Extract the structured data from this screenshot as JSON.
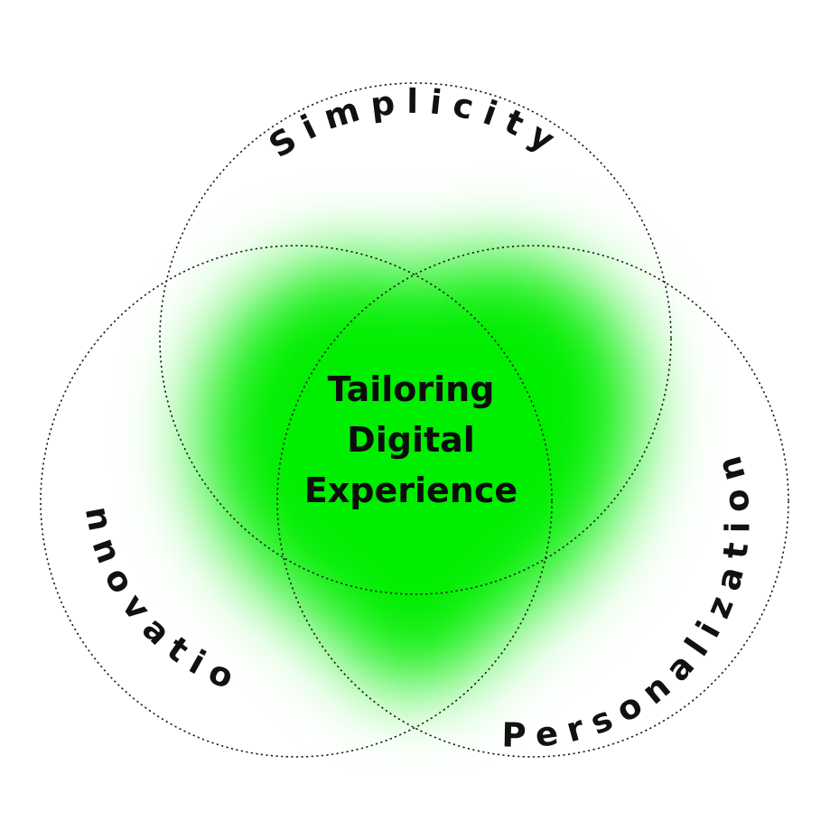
{
  "colors": {
    "glow": "#00ee00",
    "outline": "#1a1a1a",
    "text": "#111111"
  },
  "circles": {
    "top": {
      "label": "Simplicity"
    },
    "left": {
      "label": "Innovation"
    },
    "right": {
      "label": "Personalization"
    }
  },
  "center": {
    "lines": [
      "Tailoring",
      "Digital",
      "Experience"
    ]
  }
}
